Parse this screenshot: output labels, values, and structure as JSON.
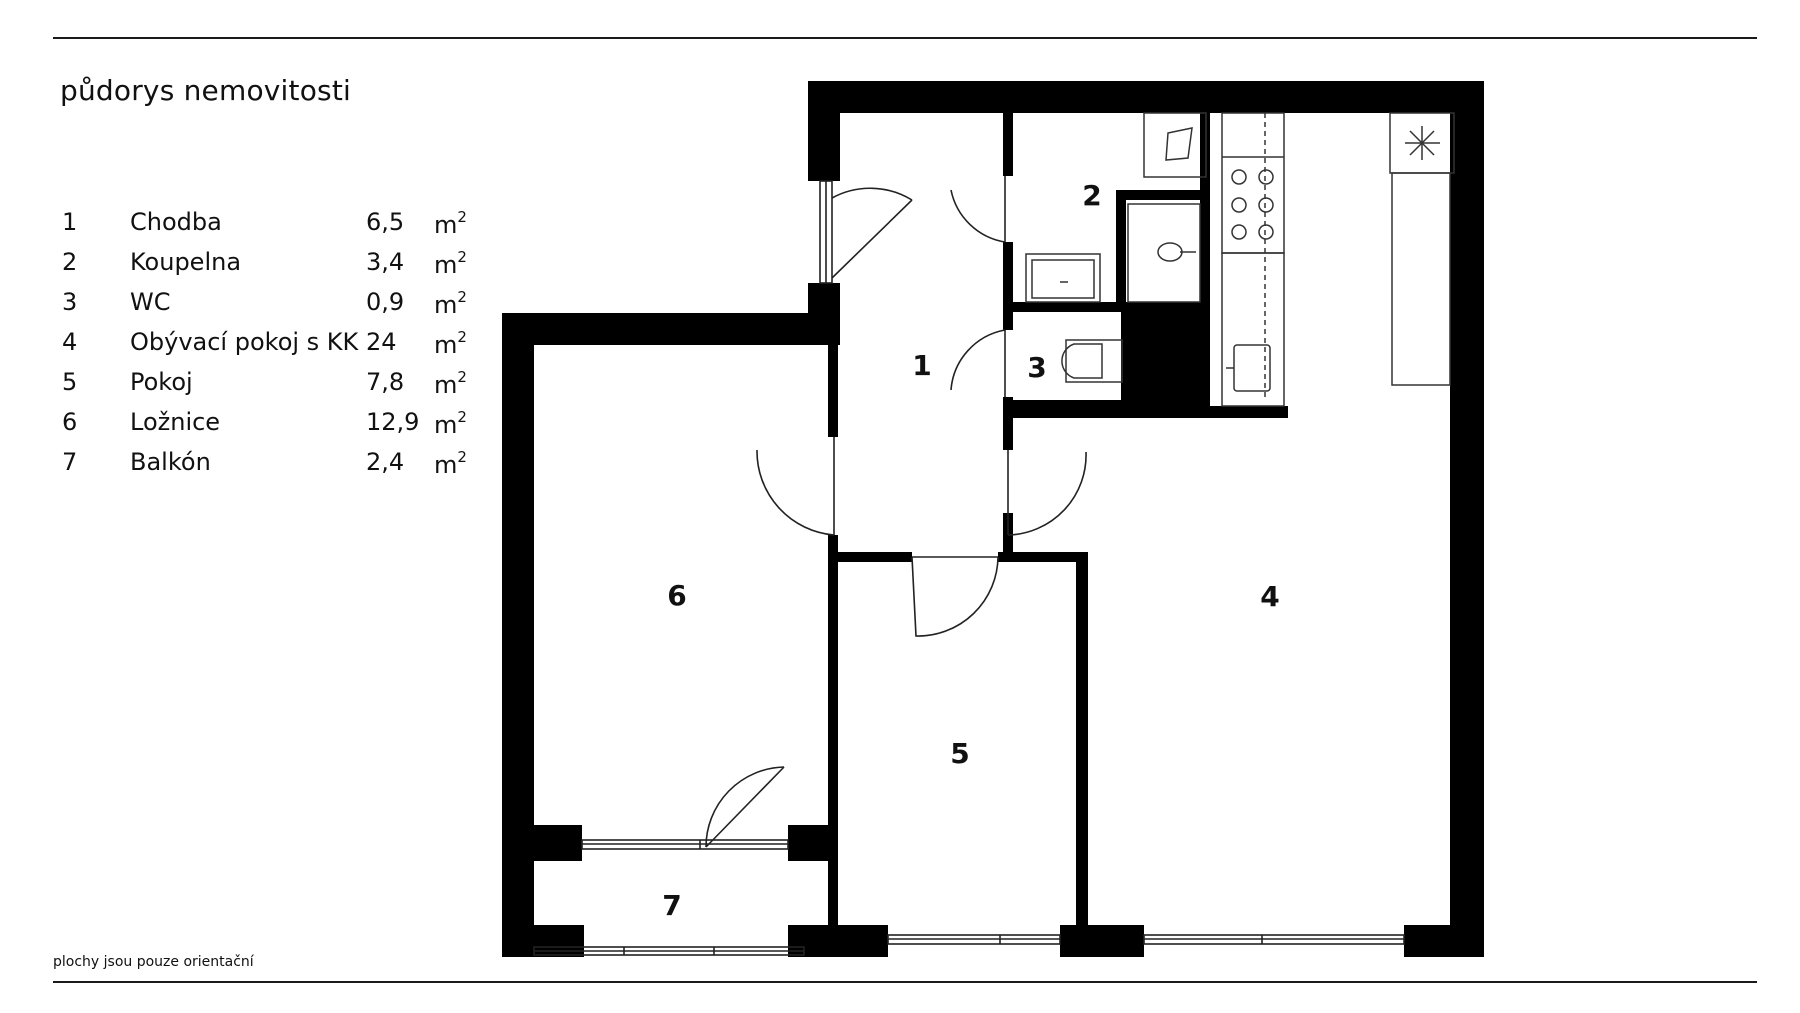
{
  "header": {
    "title": "půdorys nemovitosti"
  },
  "legend": {
    "unit_base": "m",
    "unit_exp": "2",
    "rooms": [
      {
        "number": "1",
        "name": "Chodba",
        "area": "6,5"
      },
      {
        "number": "2",
        "name": "Koupelna",
        "area": "3,4"
      },
      {
        "number": "3",
        "name": "WC",
        "area": "0,9"
      },
      {
        "number": "4",
        "name": "Obývací pokoj s KK",
        "area": "24"
      },
      {
        "number": "5",
        "name": "Pokoj",
        "area": "7,8"
      },
      {
        "number": "6",
        "name": "Ložnice",
        "area": "12,9"
      },
      {
        "number": "7",
        "name": "Balkón",
        "area": "2,4"
      }
    ]
  },
  "plan": {
    "labels": [
      "1",
      "2",
      "3",
      "4",
      "5",
      "6",
      "7"
    ],
    "wall_color": "#000000",
    "icons": [
      "washing-machine-icon",
      "bathtub-icon",
      "washbasin-icon",
      "toilet-icon",
      "stove-icon",
      "kitchen-sink-icon",
      "extractor-fan-icon",
      "door-icon",
      "window-icon"
    ]
  },
  "footer": {
    "note": "plochy jsou pouze orientační"
  }
}
